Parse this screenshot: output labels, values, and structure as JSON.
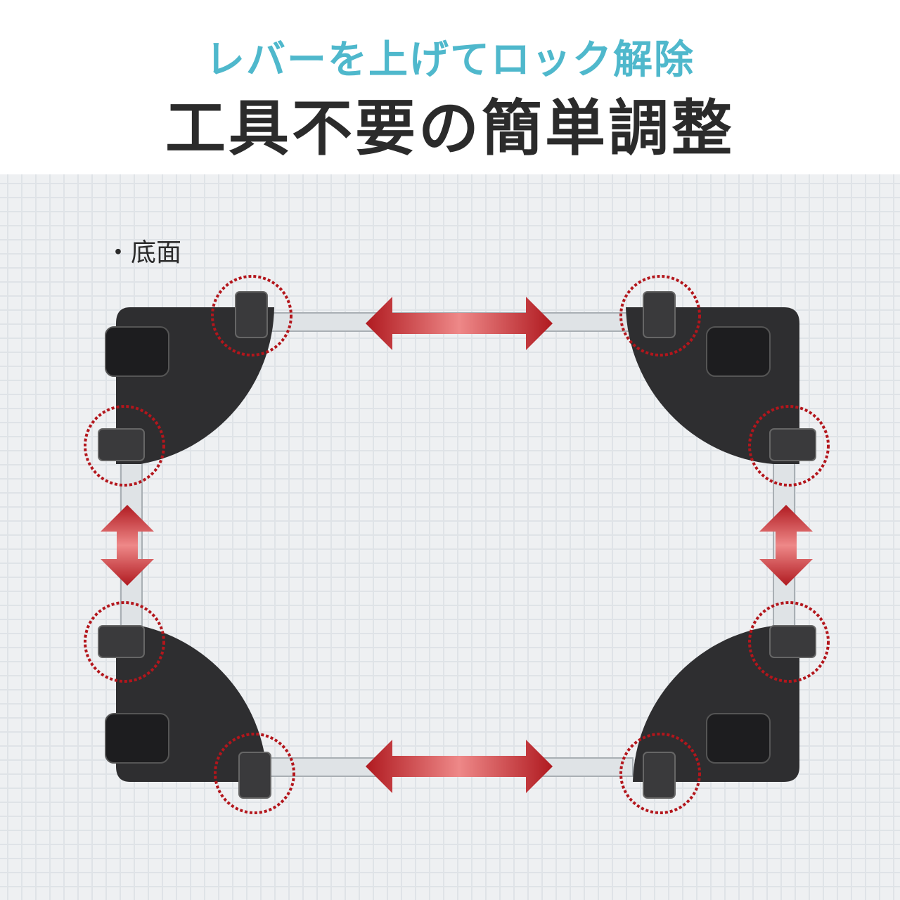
{
  "header": {
    "subtitle": "レバーを上げてロック解除",
    "title": "工具不要の簡単調整"
  },
  "view_label": "・底面",
  "colors": {
    "accent": "#4fb8cc",
    "arrow": "#c0282e",
    "frame": "#2e2e30",
    "highlight": "#b3161c"
  }
}
